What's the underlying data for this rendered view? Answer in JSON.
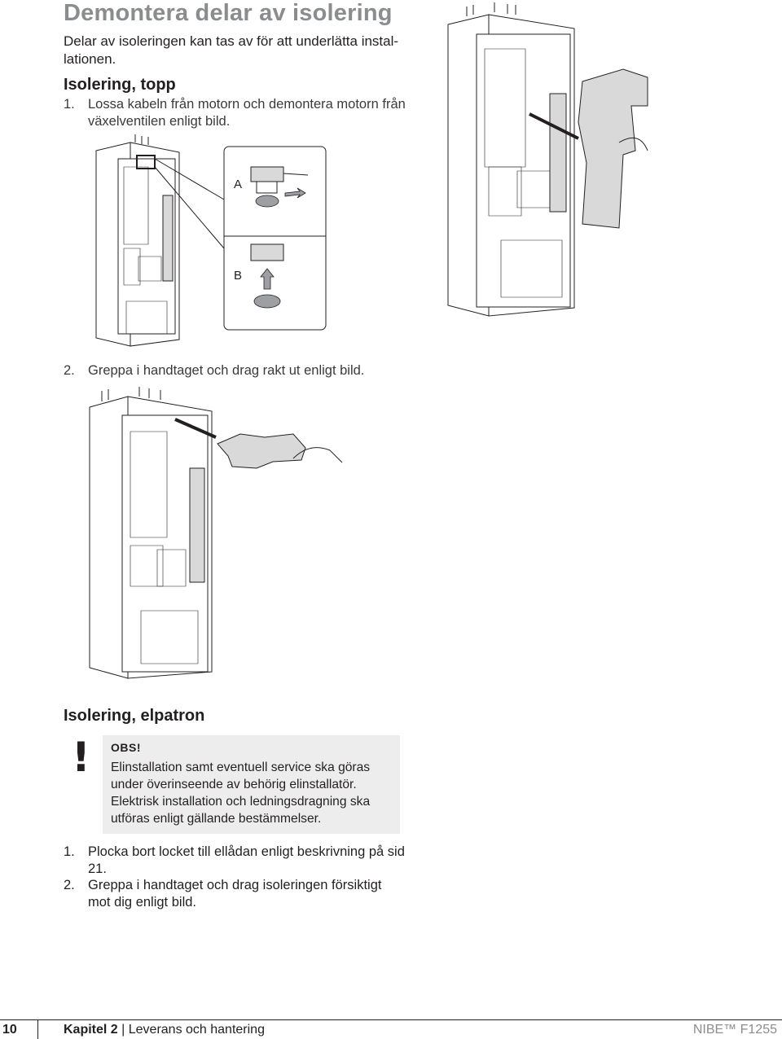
{
  "page_title": "Demontera delar av isolering",
  "intro": "Delar av isoleringen kan tas av för att underlätta instal-lationen.",
  "section1": {
    "heading": "Isolering, topp",
    "steps": [
      {
        "num": "1.",
        "text": "Lossa kabeln från motorn och demontera motorn från växelventilen enligt bild."
      },
      {
        "num": "2.",
        "text": "Greppa i handtaget och drag rakt ut enligt bild."
      }
    ],
    "detail_labels": [
      "A",
      "B"
    ]
  },
  "section2": {
    "heading": "Isolering, elpatron",
    "note": {
      "icon": "!",
      "title": "OBS!",
      "body": "Elinstallation samt eventuell service ska göras under överinseende av behörig elinstallatör. Elektrisk installation och ledningsdragning ska utföras enligt gällande bestämmelser."
    },
    "steps": [
      {
        "num": "1.",
        "text": "Plocka bort locket till ellådan enligt beskrivning på sid 21."
      },
      {
        "num": "2.",
        "text": "Greppa i handtaget och drag isoleringen försiktigt mot dig enligt bild."
      }
    ]
  },
  "footer": {
    "page_number": "10",
    "chapter_label": "Kapitel 2",
    "separator": "|",
    "chapter_title": "Leverans och hantering",
    "product_brand": "NIBE™",
    "product_model": "F1255"
  },
  "colors": {
    "title_gray": "#8a8c8e",
    "note_background": "#ededee",
    "text": "#231f20"
  }
}
